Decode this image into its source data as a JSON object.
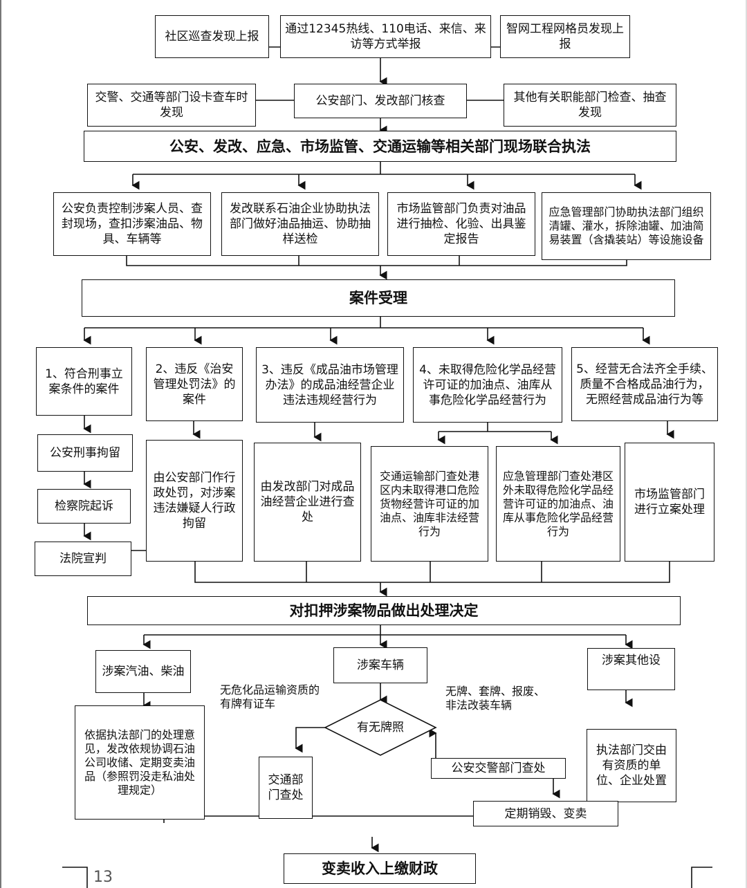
{
  "sources": [
    "社区巡查发现上报",
    "通过12345热线、110电话、来信、来访等方式举报",
    "智网工程网格员发现上报",
    "交警、交通等部门设卡查车时发现",
    "公安部门、发改部门核查",
    "其他有关职能部门检查、抽查发现"
  ],
  "joint_enforcement": "公安、发改、应急、市场监管、交通运输等相关部门现场联合执法",
  "dept_roles": [
    "公安负责控制涉案人员、查封现场，查扣涉案油品、物具、车辆等",
    "发改联系石油企业协助执法部门做好油品抽运、协助抽样送检",
    "市场监管部门负责对油品进行抽检、化验、出具鉴定报告",
    "应急管理部门协助执法部门组织清罐、灌水，拆除油罐、加油简易装置（含撬装站）等设施设备"
  ],
  "case_acceptance": "案件受理",
  "case_types": [
    "1、符合刑事立案条件的案件",
    "2、违反《治安管理处罚法》的案件",
    "3、违反《成品油市场管理办法》的成品油经营企业违法违规经营行为",
    "4、未取得危险化学品经营许可证的加油点、油库从事危险化学品经营行为",
    "5、经营无合法齐全手续、质量不合格成品油行为，无照经营成品油行为等"
  ],
  "criminal_steps": [
    "公安刑事拘留",
    "检察院起诉",
    "法院宣判"
  ],
  "handling": [
    "由公安部门作行政处罚，对涉案违法嫌疑人行政拘留",
    "由发改部门对成品油经营企业进行查处",
    "交通运输部门查处港区内未取得港口危险货物经营许可证的加油点、油库非法经营行为",
    "应急管理部门查处港区外未取得危险化学品经营许可证的加油点、油库从事危险化学品经营行为",
    "市场监管部门进行立案处理"
  ],
  "disposal_decision": "对扣押涉案物品做出处理决定",
  "seized": {
    "fuel": "涉案汽油、柴油",
    "vehicle": "涉案车辆",
    "other": "涉案其他设"
  },
  "fuel_handling": "依据执法部门的处理意见，发改依规协调石油公司收储、定期变卖油品（参照罚没走私油处理规定）",
  "plate_check": "有无牌照",
  "label_licensed": "无危化品运输资质的有牌有证车",
  "label_unlicensed": "无牌、套牌、报废、非法改装车辆",
  "traffic_dept": "交通部门查处",
  "police_traffic": "公安交警部门查处",
  "destroy_sell": "定期销毁、变卖",
  "other_handling": "执法部门交由有资质的单位、企业处置",
  "final": "变卖收入上缴财政",
  "page_number": "13"
}
